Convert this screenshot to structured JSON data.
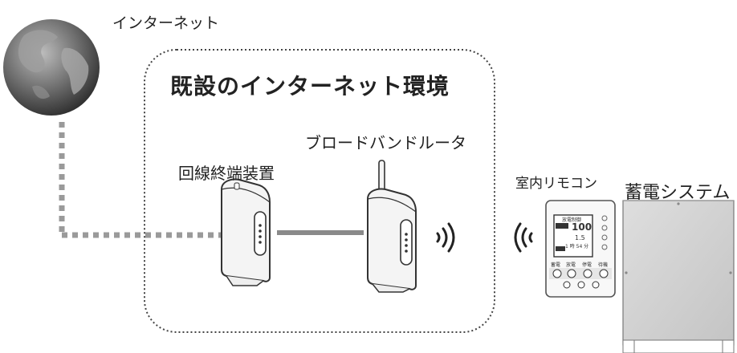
{
  "labels": {
    "internet": "インターネット",
    "existing_env": "既設のインターネット環境",
    "onu": "回線終端装置",
    "router": "ブロードバンドルータ",
    "remote": "室内リモコン",
    "battery": "蓄電システム"
  },
  "remote_display": {
    "header": "放電制御",
    "main_value": "100",
    "sub_value": "1.5",
    "time_value": "1 時 54 分",
    "buttons": [
      "蓄電",
      "放電",
      "停電",
      "待機"
    ]
  },
  "colors": {
    "line": "#8a8a8a",
    "dotted_link": "#9a9a9a",
    "device_body": "#f4f4f4",
    "device_stroke": "#333333",
    "battery_face": "#d4d4d4"
  }
}
